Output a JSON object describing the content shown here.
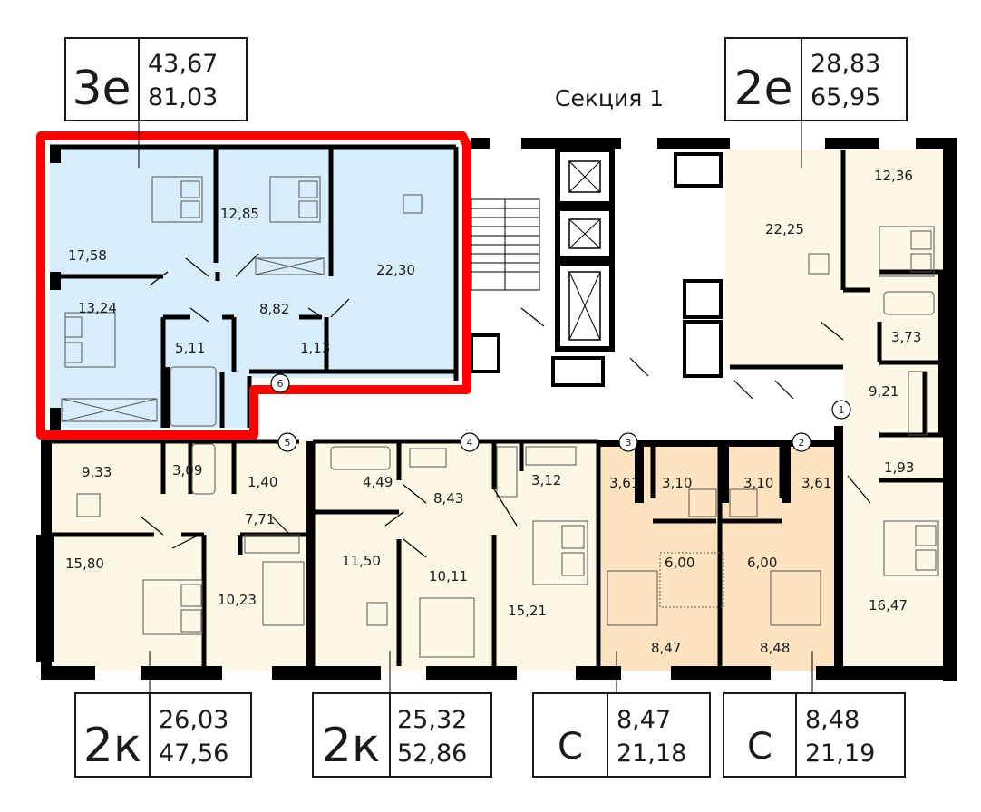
{
  "section_title": "Секция 1",
  "colors": {
    "three_room_fill": "#d9eefb",
    "two_room_fill": "#fdf8e6",
    "studio_fill": "#fde3bf",
    "wall": "#000000",
    "selection_outline": "#ff0000"
  },
  "apartments": [
    {
      "id": "3e",
      "type": "3е",
      "living_area": "43,67",
      "total_area": "81,03",
      "selected": true
    },
    {
      "id": "2e",
      "type": "2е",
      "living_area": "28,83",
      "total_area": "65,95",
      "selected": false
    },
    {
      "id": "2k-left",
      "type": "2к",
      "living_area": "26,03",
      "total_area": "47,56",
      "selected": false
    },
    {
      "id": "2k-mid",
      "type": "2к",
      "living_area": "25,32",
      "total_area": "52,86",
      "selected": false
    },
    {
      "id": "s-3",
      "type": "С",
      "living_area": "8,47",
      "total_area": "21,18",
      "selected": false
    },
    {
      "id": "s-2",
      "type": "С",
      "living_area": "8,48",
      "total_area": "21,19",
      "selected": false
    }
  ],
  "rooms": {
    "a3e": [
      "17,58",
      "12,85",
      "22,30",
      "13,24",
      "8,82",
      "5,11",
      "1,13"
    ],
    "a2e": [
      "22,25",
      "12,36",
      "3,73",
      "9,21",
      "1,93",
      "16,47"
    ],
    "a2k_left": [
      "9,33",
      "3,09",
      "1,40",
      "7,71",
      "15,80",
      "10,23"
    ],
    "a2k_mid": [
      "4,49",
      "8,43",
      "3,12",
      "11,50",
      "10,11",
      "15,21"
    ],
    "s3": [
      "3,61",
      "3,10",
      "6,00",
      "8,47"
    ],
    "s2": [
      "3,10",
      "3,61",
      "6,00",
      "8,48"
    ]
  },
  "apartment_numbers": [
    "1",
    "2",
    "3",
    "4",
    "5",
    "6"
  ]
}
